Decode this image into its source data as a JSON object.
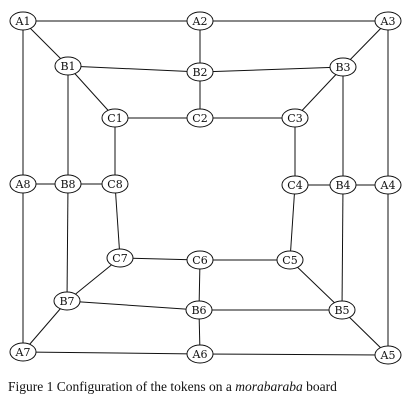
{
  "diagram": {
    "nodes": [
      "A1",
      "A2",
      "A3",
      "B1",
      "B2",
      "B3",
      "C1",
      "C2",
      "C3",
      "A8",
      "B8",
      "C8",
      "C4",
      "B4",
      "A4",
      "C7",
      "C6",
      "C5",
      "B7",
      "B6",
      "B5",
      "A7",
      "A6",
      "A5"
    ],
    "edges": [
      [
        "A1",
        "A2"
      ],
      [
        "A2",
        "A3"
      ],
      [
        "A3",
        "A4"
      ],
      [
        "A4",
        "A5"
      ],
      [
        "A5",
        "A6"
      ],
      [
        "A6",
        "A7"
      ],
      [
        "A7",
        "A8"
      ],
      [
        "A8",
        "A1"
      ],
      [
        "B1",
        "B2"
      ],
      [
        "B2",
        "B3"
      ],
      [
        "B3",
        "B4"
      ],
      [
        "B4",
        "B5"
      ],
      [
        "B5",
        "B6"
      ],
      [
        "B6",
        "B7"
      ],
      [
        "B7",
        "B8"
      ],
      [
        "B8",
        "B1"
      ],
      [
        "C1",
        "C2"
      ],
      [
        "C2",
        "C3"
      ],
      [
        "C3",
        "C4"
      ],
      [
        "C4",
        "C5"
      ],
      [
        "C5",
        "C6"
      ],
      [
        "C6",
        "C7"
      ],
      [
        "C7",
        "C8"
      ],
      [
        "C8",
        "C1"
      ],
      [
        "A1",
        "B1"
      ],
      [
        "B1",
        "C1"
      ],
      [
        "A2",
        "B2"
      ],
      [
        "B2",
        "C2"
      ],
      [
        "A3",
        "B3"
      ],
      [
        "B3",
        "C3"
      ],
      [
        "A4",
        "B4"
      ],
      [
        "B4",
        "C4"
      ],
      [
        "A5",
        "B5"
      ],
      [
        "B5",
        "C5"
      ],
      [
        "A6",
        "B6"
      ],
      [
        "B6",
        "C6"
      ],
      [
        "A7",
        "B7"
      ],
      [
        "B7",
        "C7"
      ],
      [
        "A8",
        "B8"
      ],
      [
        "B8",
        "C8"
      ]
    ]
  },
  "caption": {
    "prefix": "Figure 1 Configuration of the tokens on a ",
    "emphasis": "morabaraba",
    "suffix": " board"
  }
}
